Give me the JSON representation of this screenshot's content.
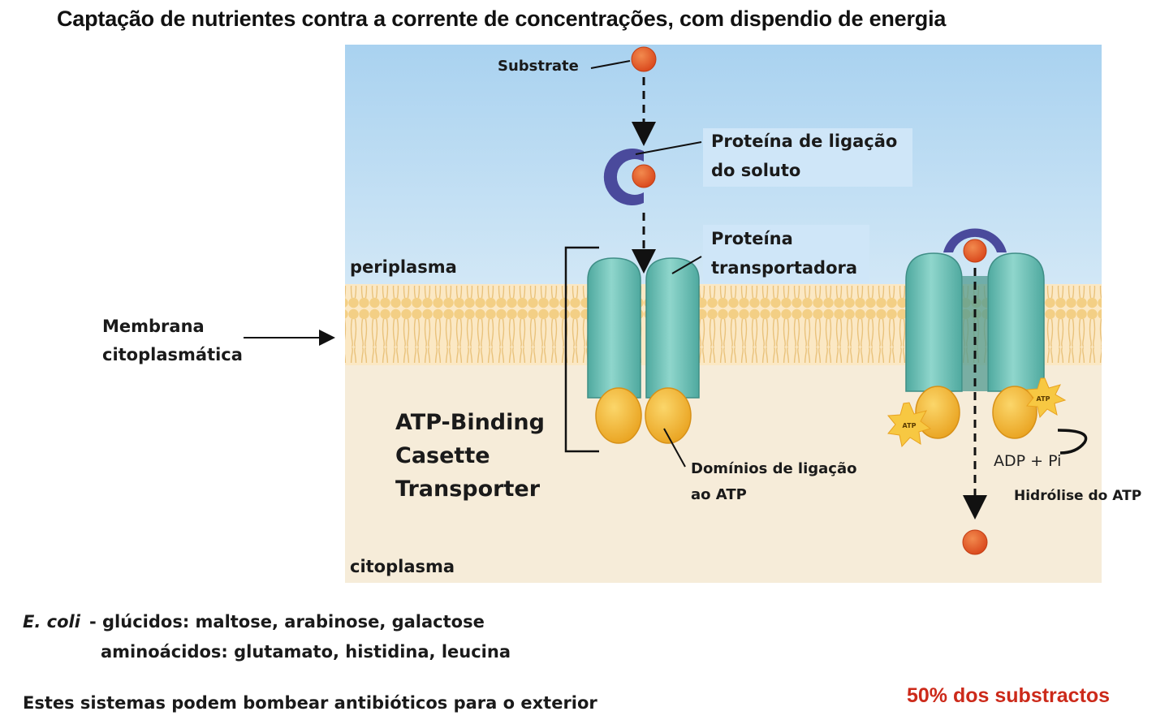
{
  "title": "Captação de nutrientes contra a corrente de concentrações, com dispendio de energia",
  "labels": {
    "substrate": "Substrate",
    "binding_protein_1": "Proteína de ligação",
    "binding_protein_2": "do soluto",
    "transporter_1": "Proteína",
    "transporter_2": "transportadora",
    "periplasm": "periplasma",
    "membrane_1": "Membrana",
    "membrane_2": "citoplasmática",
    "abc_1": "ATP-Binding",
    "abc_2": "Casette",
    "abc_3": "Transporter",
    "atp_domains_1": "Domínios de ligação",
    "atp_domains_2": "ao ATP",
    "adp_pi": "ADP + Pi",
    "hydrolysis": "Hidrólise do ATP",
    "cytoplasm": "citoplasma",
    "atp_badge": "ATP"
  },
  "examples": {
    "organism": "E. coli",
    "sugars": "- glúcidos: maltose, arabinose, galactose",
    "amino_acids": "aminoácidos: glutamato, histidina, leucina"
  },
  "note": "Estes sistemas podem bombear antibióticos para o exterior",
  "highlight": "50% dos substractos",
  "colors": {
    "periplasm_top": "#a9d2f0",
    "periplasm_bottom": "#d6e9f6",
    "cytoplasm": "#f6ecd9",
    "membrane": "#f5d9a0",
    "transporter": "#6fc4b8",
    "atp_domain": "#f2b83c",
    "substrate": "#e35b22",
    "binding_protein": "#4a4a9c",
    "atp_star": "#f7c842",
    "highlight_text": "#cc2a1a"
  }
}
